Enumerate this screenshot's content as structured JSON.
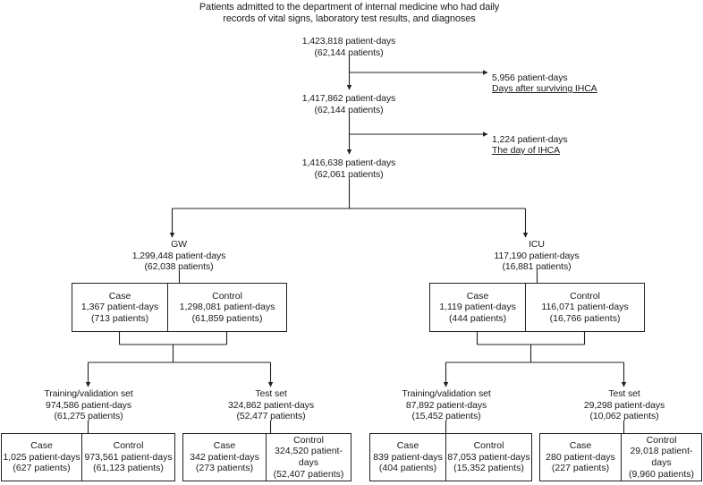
{
  "figure": {
    "title": "Patients admitted to the department of internal medicine who had daily\nrecords of vital signs, laboratory test results, and diagnoses",
    "line_color": "#231f20"
  },
  "nodes": {
    "total": "1,423,818 patient-days\n(62,144 patients)",
    "after_exclusion_1": "1,417,862 patient-days\n(62,144 patients)",
    "after_exclusion_2": "1,416,638 patient-days\n(62,061 patients)",
    "gw": "GW\n1,299,448 patient-days\n(62,038 patients)",
    "icu": "ICU\n117,190 patient-days\n(16,881 patients)",
    "gw_train": "Training/validation set\n974,586 patient-days\n(61,275 patients)",
    "gw_test": "Test set\n324,862 patient-days\n(52,477 patients)",
    "icu_train": "Training/validation set\n87,892 patient-days\n(15,452 patients)",
    "icu_test": "Test set\n29,298 patient-days\n(10,062 patients)"
  },
  "exclusions": [
    {
      "count": "5,956 patient-days",
      "reason": "Days after surviving IHCA"
    },
    {
      "count": "1,224 patient-days",
      "reason": "The day of IHCA"
    }
  ],
  "boxes": {
    "gw_split": [
      "Case\n1,367 patient-days\n(713 patients)",
      "Control\n1,298,081 patient-days\n(61,859 patients)"
    ],
    "icu_split": [
      "Case\n1,119 patient-days\n(444 patients)",
      "Control\n116,071 patient-days\n(16,766 patients)"
    ],
    "gw_train_split": [
      "Case\n1,025 patient-days\n(627 patients)",
      "Control\n973,561 patient-days\n(61,123 patients)"
    ],
    "gw_test_split": [
      "Case\n342 patient-days\n(273 patients)",
      "Control\n324,520 patient-days\n(52,407 patients)"
    ],
    "icu_train_split": [
      "Case\n839 patient-days\n(404 patients)",
      "Control\n87,053 patient-days\n(15,352 patients)"
    ],
    "icu_test_split": [
      "Case\n280 patient-days\n(227 patients)",
      "Control\n29,018 patient-days\n(9,960 patients)"
    ]
  }
}
